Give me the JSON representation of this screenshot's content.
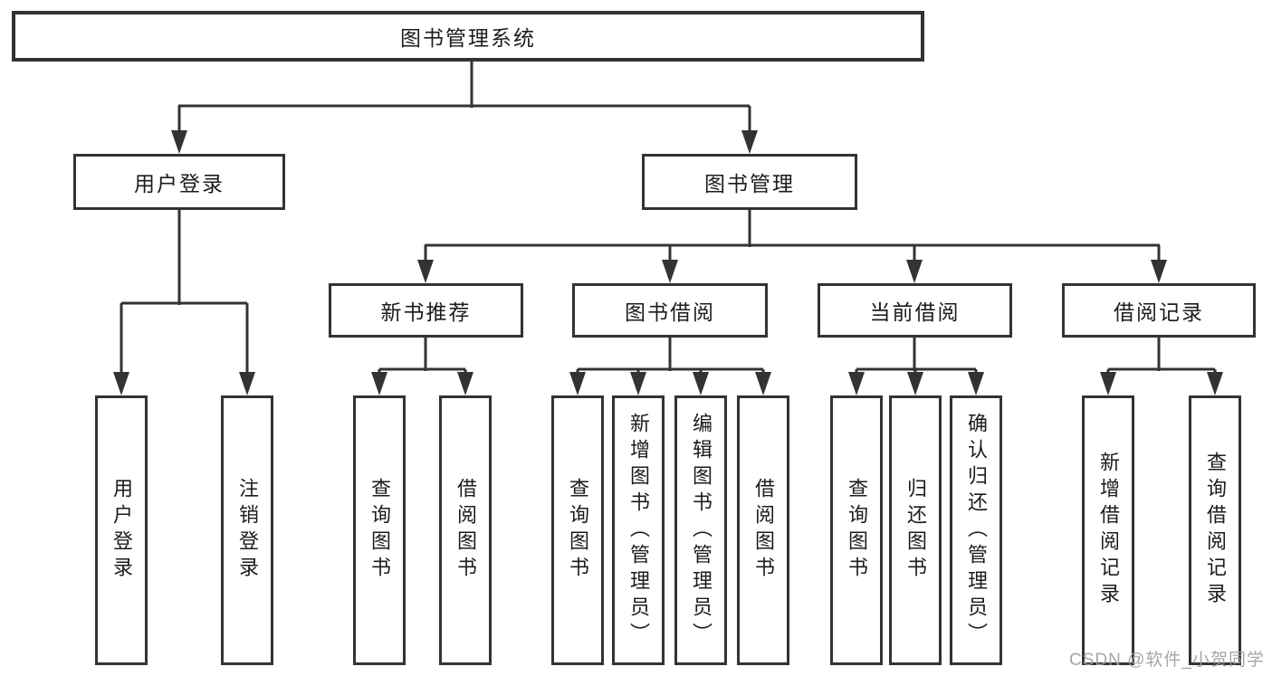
{
  "diagram": {
    "root": {
      "label": "图书管理系统"
    },
    "level2": [
      {
        "label": "用户登录"
      },
      {
        "label": "图书管理"
      }
    ],
    "level3": [
      {
        "label": "新书推荐"
      },
      {
        "label": "图书借阅"
      },
      {
        "label": "当前借阅"
      },
      {
        "label": "借阅记录"
      }
    ],
    "leaves": {
      "login": [
        "用户登录",
        "注销登录"
      ],
      "newbook": [
        "查询图书",
        "借阅图书"
      ],
      "borrow": [
        "查询图书",
        "新增图书（管理员）",
        "编辑图书（管理员）",
        "借阅图书"
      ],
      "current": [
        "查询图书",
        "归还图书",
        "确认归还（管理员）"
      ],
      "records": [
        "新增借阅记录",
        "查询借阅记录"
      ]
    }
  },
  "colors": {
    "line": "#333333",
    "box_fill": "#ffffff",
    "text": "#1c1c1c",
    "watermark": "#9e9ea3"
  },
  "watermark": "CSDN @软件_小贺同学"
}
